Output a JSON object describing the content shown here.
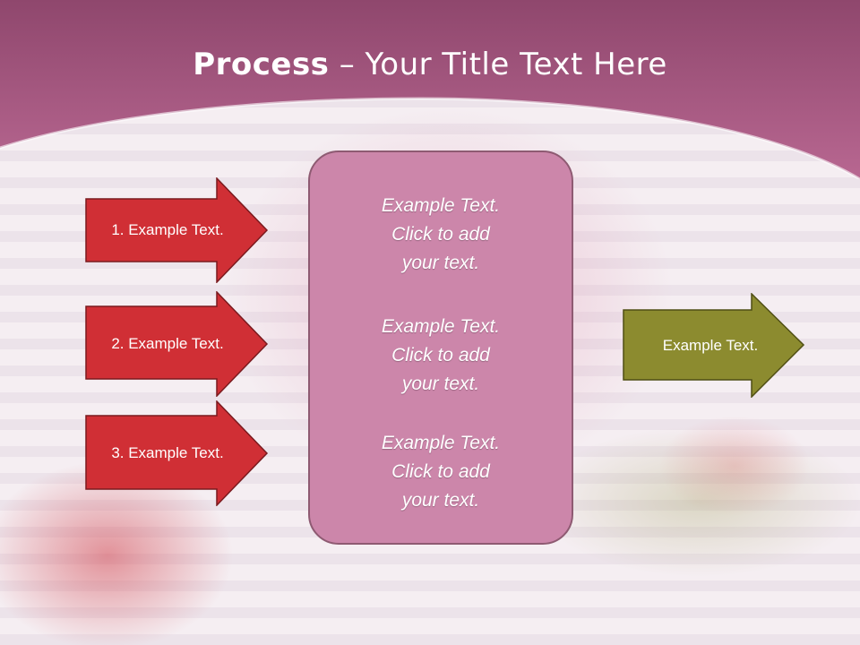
{
  "title": {
    "bold": "Process",
    "rest": " – Your Title Text Here"
  },
  "steps": [
    {
      "label": "1. Example Text."
    },
    {
      "label": "2. Example Text."
    },
    {
      "label": "3. Example Text."
    }
  ],
  "center": [
    {
      "line1": "Example Text.",
      "line2": "Click  to add",
      "line3": "your text."
    },
    {
      "line1": "Example Text.",
      "line2": "Click  to add",
      "line3": "your text."
    },
    {
      "line1": "Example Text.",
      "line2": "Click  to add",
      "line3": "your text."
    }
  ],
  "result": {
    "label": "Example Text."
  },
  "colors": {
    "header": "#a9577f",
    "step_arrow": "#d02f35",
    "center_box": "#cc86aa",
    "result_arrow": "#8c8b2f"
  }
}
